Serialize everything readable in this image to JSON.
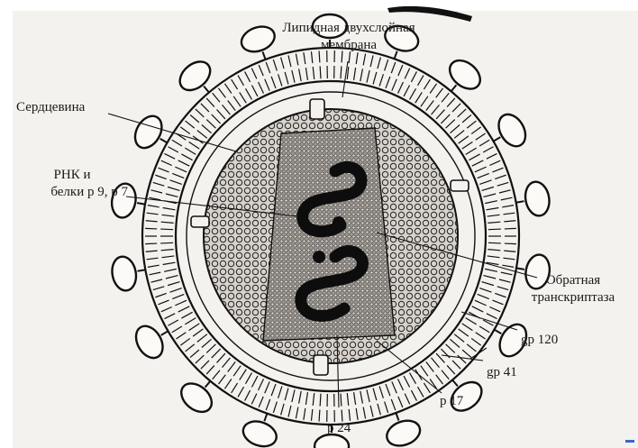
{
  "labels": {
    "membrane": [
      "Липидная двухслойная",
      "мембрана"
    ],
    "core": "Сердцевина",
    "rna": [
      "РНК и",
      "белки р 9, р 7"
    ],
    "rt": [
      "Обратная",
      "транскриптаза"
    ],
    "gp120": "gp 120",
    "gp41": "gp 41",
    "p17": "p 17",
    "p24": "р 24"
  },
  "colors": {
    "ink": "#111111",
    "paper": "#f4f2ee",
    "core_fill": "#c9c4bd",
    "wedge_fill": "#8f8a84"
  }
}
